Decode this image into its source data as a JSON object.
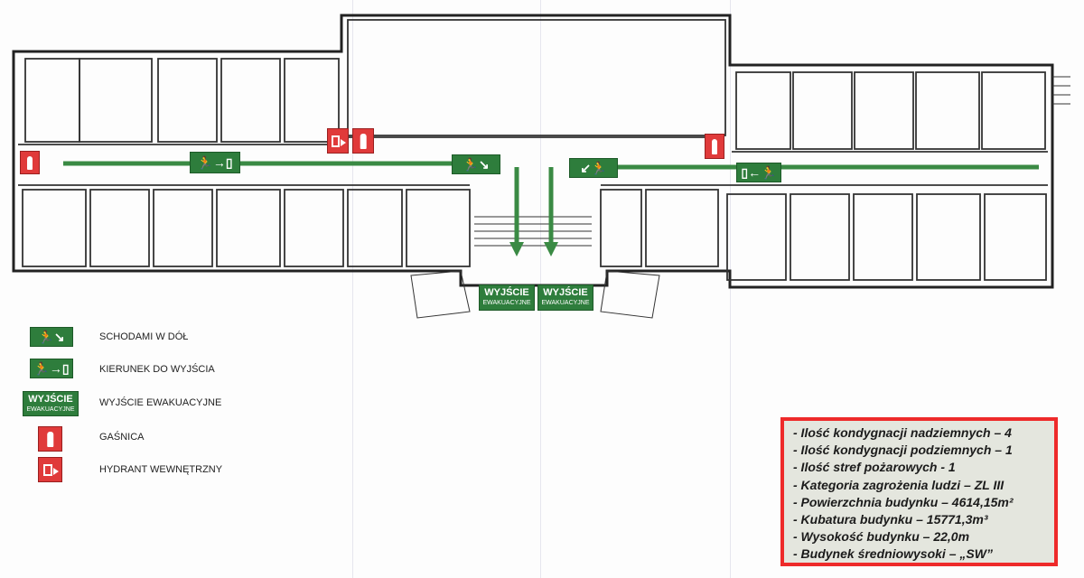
{
  "legend": [
    {
      "icon": "stairs-down-sign-icon",
      "label": "SCHODAMI W DÓŁ"
    },
    {
      "icon": "exit-direction-sign-icon",
      "label": "KIERUNEK DO WYJŚCIA"
    },
    {
      "icon": "emergency-exit-sign-icon",
      "label": "WYJŚCIE EWAKUACYJNE"
    },
    {
      "icon": "fire-extinguisher-icon",
      "label": "GAŚNICA"
    },
    {
      "icon": "fire-hydrant-icon",
      "label": "HYDRANT WEWNĘTRZNY"
    }
  ],
  "exit_sign": {
    "line1": "WYJŚCIE",
    "line2": "EWAKUACYJNE"
  },
  "info": [
    "- Ilość kondygnacji nadziemnych – 4",
    "- Ilość kondygnacji podziemnych – 1",
    "- Ilość stref pożarowych - 1",
    "- Kategoria zagrożenia ludzi – ZL III",
    "- Powierzchnia budynku – 4614,15m²",
    "- Kubatura budynku – 15771,3m³",
    "- Wysokość budynku – 22,0m",
    "- Budynek średniowysoki – „SW”"
  ],
  "colors": {
    "green": "#2e7d3c",
    "red": "#e03a3a",
    "border": "#ee2a2a"
  }
}
